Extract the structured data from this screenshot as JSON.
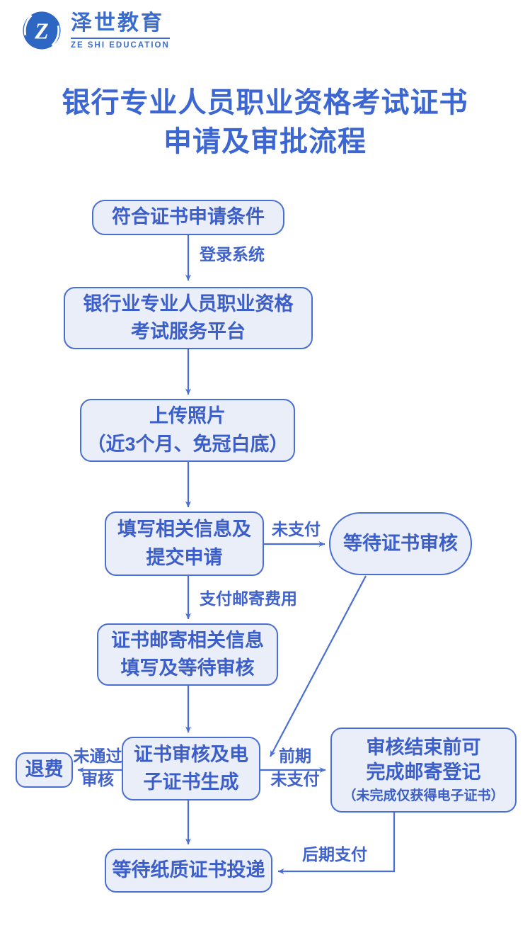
{
  "brand": {
    "name": "泽世教育",
    "name_en": "ZE SHI EDUCATION",
    "logo_icon": "zeshi-monogram-icon"
  },
  "title": "银行专业人员职业资格考试证书\n申请及审批流程",
  "flowchart": {
    "nodes": {
      "eligibility": {
        "label": "符合证书申请条件"
      },
      "platform": {
        "label": "银行业专业人员职业资格\n考试服务平台"
      },
      "upload_photo": {
        "label": "上传照片\n（近3个月、免冠白底）"
      },
      "fill_info": {
        "label": "填写相关信息及\n提交申请"
      },
      "wait_review": {
        "label": "等待证书审核"
      },
      "mail_info": {
        "label": "证书邮寄相关信息\n填写及等待审核"
      },
      "cert_review": {
        "label": "证书审核及电\n子证书生成"
      },
      "refund": {
        "label": "退费"
      },
      "mail_register": {
        "label": "审核结束前可\n完成邮寄登记",
        "note": "（未完成仅获得电子证书）"
      },
      "wait_delivery": {
        "label": "等待纸质证书投递"
      }
    },
    "edge_labels": {
      "login": "登录系统",
      "unpaid": "未支付",
      "pay_mail_fee": "支付邮寄费用",
      "not_pass": "未通过\n审核",
      "early_unpaid": "前期\n未支付",
      "late_pay": "后期支付"
    }
  },
  "colors": {
    "accent_border": "#4a6fd4",
    "node_fill": "#e9eef9",
    "node_text": "#3c5ec9",
    "title_text": "#3c67d2",
    "brand_blue": "#3a6ccd",
    "logo_disc": "#2d66c3",
    "background": "#ffffff"
  }
}
